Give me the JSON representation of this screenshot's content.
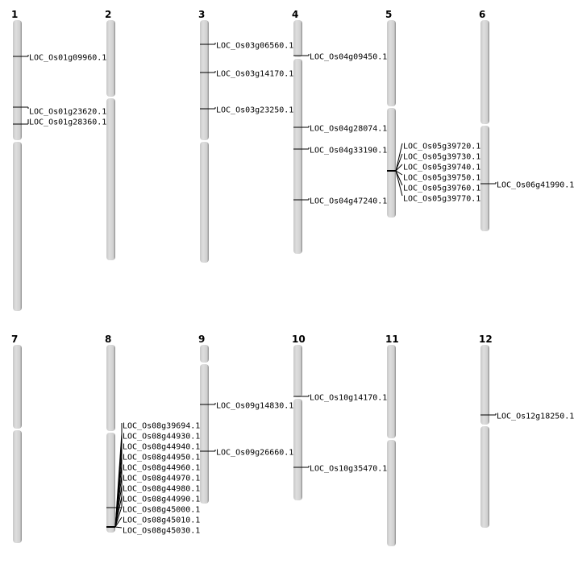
{
  "title": "Chromosome gene location map",
  "colors": {
    "chromosome": "#d4d4d4",
    "shadow": "#7a7a7a",
    "marker": "#000000"
  },
  "chromosomes": [
    {
      "name": "1",
      "genes": [
        "LOC_Os01g09960.1",
        "LOC_Os01g23620.1",
        "LOC_Os01g28360.1"
      ]
    },
    {
      "name": "2",
      "genes": []
    },
    {
      "name": "3",
      "genes": [
        "LOC_Os03g06560.1",
        "LOC_Os03g14170.1",
        "LOC_Os03g23250.1"
      ]
    },
    {
      "name": "4",
      "genes": [
        "LOC_Os04g09450.1",
        "LOC_Os04g28074.1",
        "LOC_Os04g33190.1",
        "LOC_Os04g47240.1"
      ]
    },
    {
      "name": "5",
      "genes": [
        "LOC_Os05g39720.1",
        "LOC_Os05g39730.1",
        "LOC_Os05g39740.1",
        "LOC_Os05g39750.1",
        "LOC_Os05g39760.1",
        "LOC_Os05g39770.1"
      ]
    },
    {
      "name": "6",
      "genes": [
        "LOC_Os06g41990.1"
      ]
    },
    {
      "name": "7",
      "genes": []
    },
    {
      "name": "8",
      "genes": [
        "LOC_Os08g39694.1",
        "LOC_Os08g44930.1",
        "LOC_Os08g44940.1",
        "LOC_Os08g44950.1",
        "LOC_Os08g44960.1",
        "LOC_Os08g44970.1",
        "LOC_Os08g44980.1",
        "LOC_Os08g44990.1",
        "LOC_Os08g45000.1",
        "LOC_Os08g45010.1",
        "LOC_Os08g45030.1"
      ]
    },
    {
      "name": "9",
      "genes": [
        "LOC_Os09g14830.1",
        "LOC_Os09g26660.1"
      ]
    },
    {
      "name": "10",
      "genes": [
        "LOC_Os10g14170.1",
        "LOC_Os10g35470.1"
      ]
    },
    {
      "name": "11",
      "genes": []
    },
    {
      "name": "12",
      "genes": [
        "LOC_Os12g18250.1"
      ]
    }
  ]
}
